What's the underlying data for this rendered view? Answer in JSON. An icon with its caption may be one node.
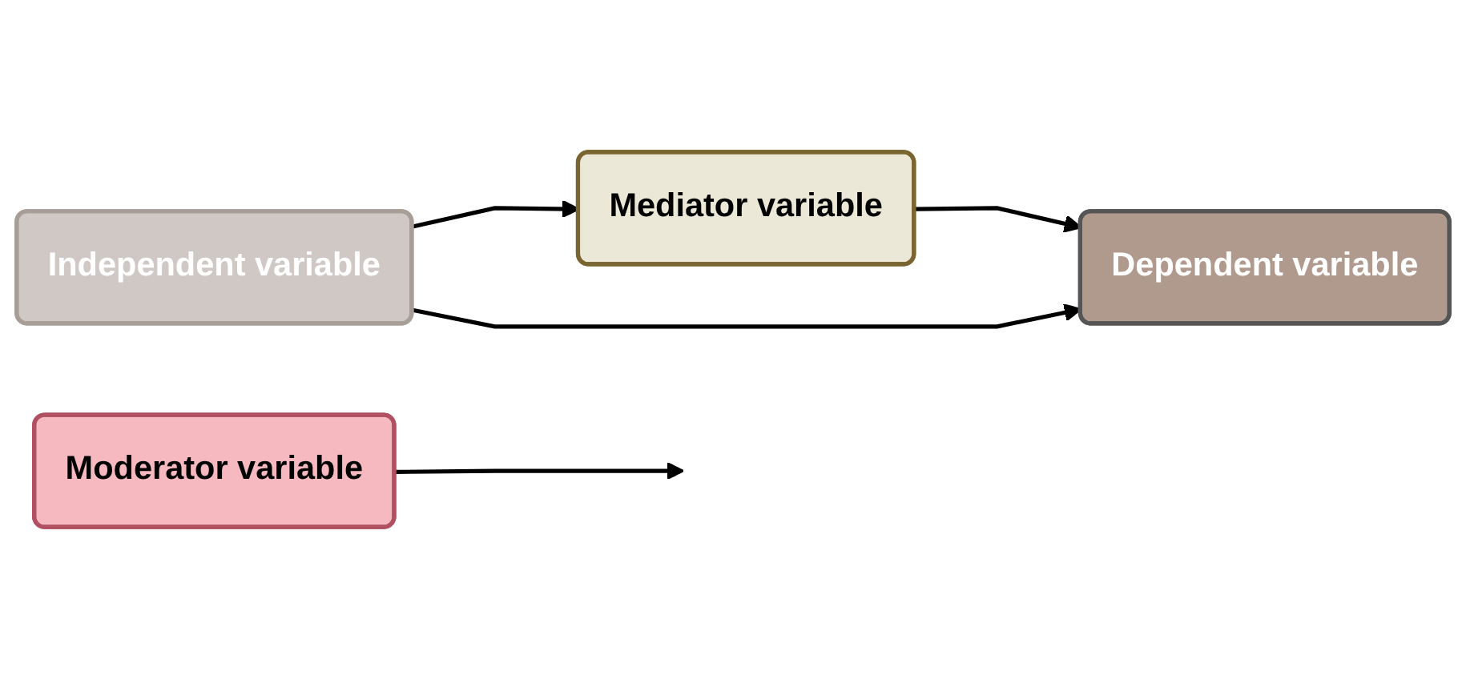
{
  "diagram": {
    "nodes": [
      {
        "text": [
          "Mediator variable"
        ]
      },
      {
        "text": [
          "Independent variable"
        ]
      },
      {
        "text": [
          "Dependent variable"
        ]
      },
      {
        "text": [
          "Moderator variable"
        ]
      }
    ],
    "edges": [
      {
        "from": 1,
        "to": 0,
        "arrow": "to"
      },
      {
        "from": 0,
        "to": 2,
        "arrow": "to"
      },
      {
        "from": 1,
        "to": 2,
        "arrow": "to"
      },
      {
        "from": 3,
        "to": null,
        "arrow": "to"
      }
    ]
  }
}
